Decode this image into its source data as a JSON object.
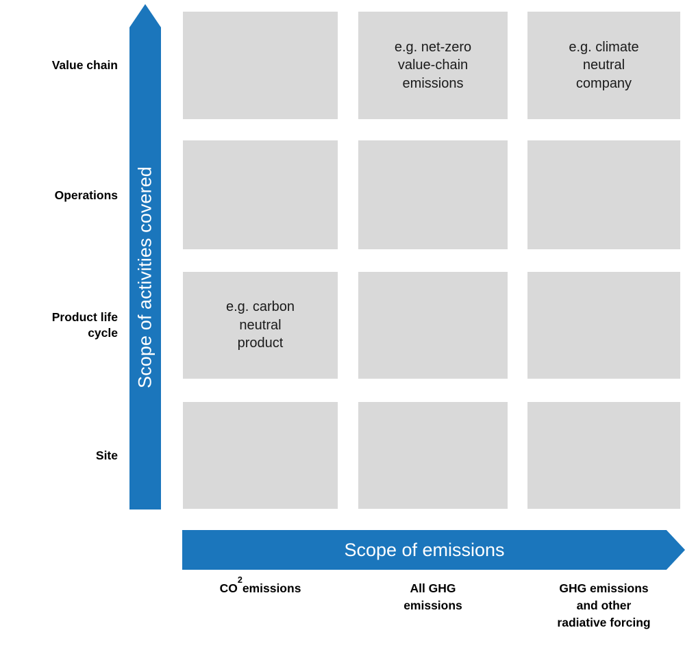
{
  "diagram": {
    "title": "Scope of activities covered vs Scope of emissions matrix",
    "colors": {
      "accent_blue": "#1b76bc",
      "cell_gray": "#d9d9d9",
      "text_dark": "#1a1a1a",
      "label_black": "#000000",
      "arrow_text": "#ffffff",
      "background": "#ffffff"
    }
  },
  "y_axis": {
    "arrow_label": "Scope of activities covered",
    "direction": "up",
    "categories": [
      {
        "label": "Value chain"
      },
      {
        "label": "Operations"
      },
      {
        "label": "Product life\ncycle"
      },
      {
        "label": "Site"
      }
    ]
  },
  "x_axis": {
    "arrow_label": "Scope of emissions",
    "direction": "right",
    "categories": [
      {
        "label_html": "CO<sub>2</sub> emissions",
        "label_text": "CO2 emissions"
      },
      {
        "label_html": "All GHG<br>emissions",
        "label_text": "All GHG emissions"
      },
      {
        "label_html": "GHG emissions<br>and other<br>radiative forcing",
        "label_text": "GHG emissions and other radiative forcing"
      }
    ]
  },
  "chart_data": {
    "type": "heatmap",
    "title": "",
    "xlabel": "Scope of emissions",
    "ylabel": "Scope of activities covered",
    "x_categories": [
      "CO2 emissions",
      "All GHG emissions",
      "GHG emissions and other radiative forcing"
    ],
    "y_categories": [
      "Value chain",
      "Operations",
      "Product life cycle",
      "Site"
    ],
    "grid": "3x4 uniform gray tiles, four tiles labelled with example claims",
    "legend": "none",
    "cells": [
      {
        "row": 0,
        "col": 0,
        "row_label": "Value chain",
        "col_label": "CO2 emissions",
        "text": ""
      },
      {
        "row": 0,
        "col": 1,
        "row_label": "Value chain",
        "col_label": "All GHG emissions",
        "text": "e.g. net-zero\nvalue-chain\nemissions"
      },
      {
        "row": 0,
        "col": 2,
        "row_label": "Value chain",
        "col_label": "GHG emissions and other radiative forcing",
        "text": "e.g. climate\nneutral\ncompany"
      },
      {
        "row": 1,
        "col": 0,
        "row_label": "Operations",
        "col_label": "CO2 emissions",
        "text": ""
      },
      {
        "row": 1,
        "col": 1,
        "row_label": "Operations",
        "col_label": "All GHG emissions",
        "text": ""
      },
      {
        "row": 1,
        "col": 2,
        "row_label": "Operations",
        "col_label": "GHG emissions and other radiative forcing",
        "text": ""
      },
      {
        "row": 2,
        "col": 0,
        "row_label": "Product life cycle",
        "col_label": "CO2 emissions",
        "text": "e.g. carbon\nneutral\nproduct"
      },
      {
        "row": 2,
        "col": 1,
        "row_label": "Product life cycle",
        "col_label": "All GHG emissions",
        "text": ""
      },
      {
        "row": 2,
        "col": 2,
        "row_label": "Product life cycle",
        "col_label": "GHG emissions and other radiative forcing",
        "text": ""
      },
      {
        "row": 3,
        "col": 0,
        "row_label": "Site",
        "col_label": "CO2 emissions",
        "text": ""
      },
      {
        "row": 3,
        "col": 1,
        "row_label": "Site",
        "col_label": "All GHG emissions",
        "text": ""
      },
      {
        "row": 3,
        "col": 2,
        "row_label": "Site",
        "col_label": "GHG emissions and other radiative forcing",
        "text": ""
      }
    ]
  }
}
